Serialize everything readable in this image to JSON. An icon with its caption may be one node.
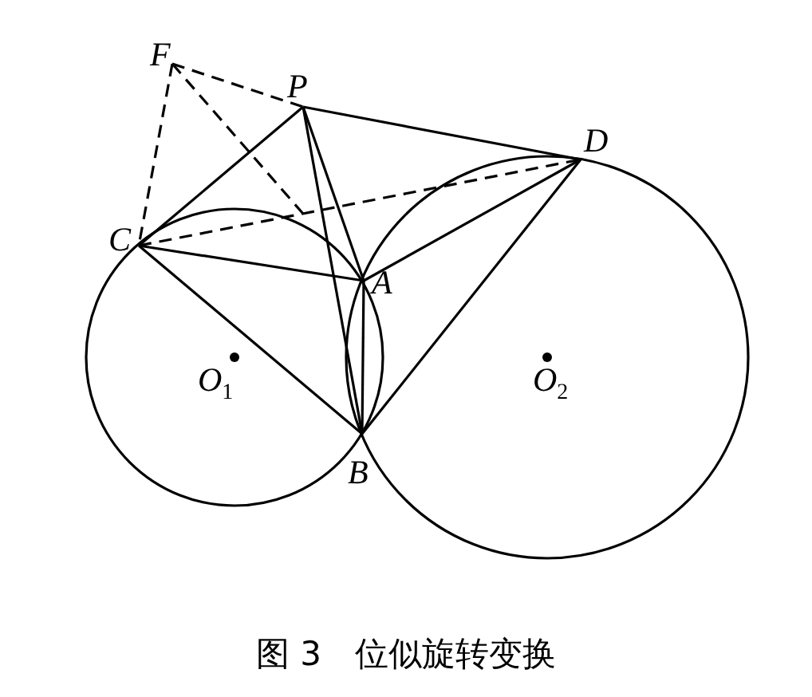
{
  "diagram": {
    "caption": "图 3　位似旋转变换",
    "labels": [
      "F",
      "P",
      "D",
      "C",
      "A",
      "B",
      "O$_{1}$",
      "O$_{2}$"
    ]
  }
}
